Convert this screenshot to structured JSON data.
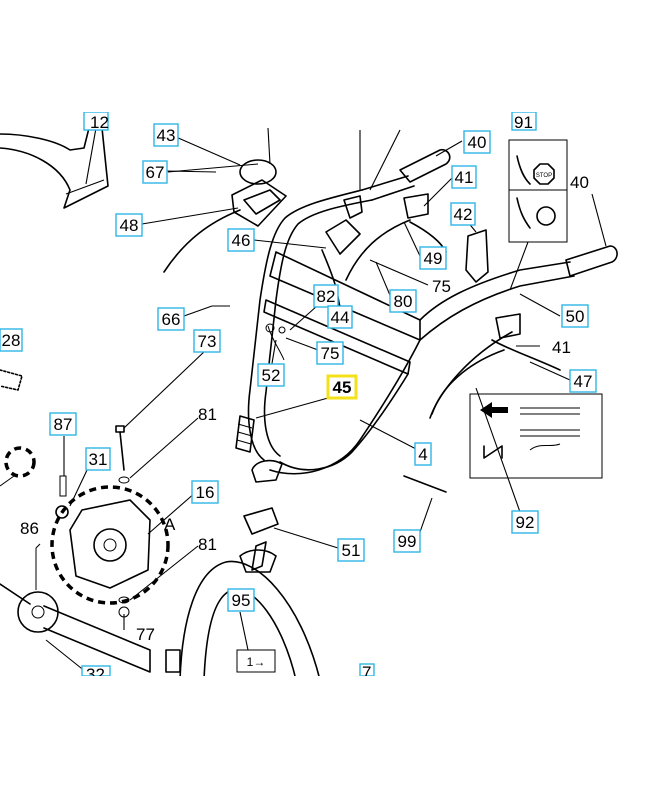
{
  "diagram": {
    "highlighted_part": "45",
    "callouts": [
      {
        "id": "43"
      },
      {
        "id": "40a",
        "label": "40"
      },
      {
        "id": "67"
      },
      {
        "id": "41a",
        "label": "41"
      },
      {
        "id": "42"
      },
      {
        "id": "48"
      },
      {
        "id": "46"
      },
      {
        "id": "49"
      },
      {
        "id": "66"
      },
      {
        "id": "82"
      },
      {
        "id": "44"
      },
      {
        "id": "80"
      },
      {
        "id": "50"
      },
      {
        "id": "28"
      },
      {
        "id": "73"
      },
      {
        "id": "75b",
        "label": "75"
      },
      {
        "id": "47"
      },
      {
        "id": "52"
      },
      {
        "id": "45"
      },
      {
        "id": "87"
      },
      {
        "id": "4"
      },
      {
        "id": "31"
      },
      {
        "id": "16"
      },
      {
        "id": "92"
      },
      {
        "id": "51"
      },
      {
        "id": "99"
      },
      {
        "id": "95"
      }
    ],
    "plain_labels": {
      "40b": "40",
      "41b": "41",
      "75a": "75",
      "81a": "81",
      "81b": "81",
      "86": "86",
      "77": "77",
      "A": "A"
    },
    "partial_labels": {
      "top_left": "12",
      "top_right": "91",
      "bottom_left": "32",
      "bottom_right": "7"
    },
    "icons": [
      "stop-sign-icon",
      "arrow-left-icon",
      "arrow-right-icon"
    ],
    "sticker_texts": {
      "stop": "STOP",
      "box_1": "1→"
    },
    "colors": {
      "callout_border": "#2fb7e6",
      "highlight_border": "#f3e21a"
    }
  }
}
